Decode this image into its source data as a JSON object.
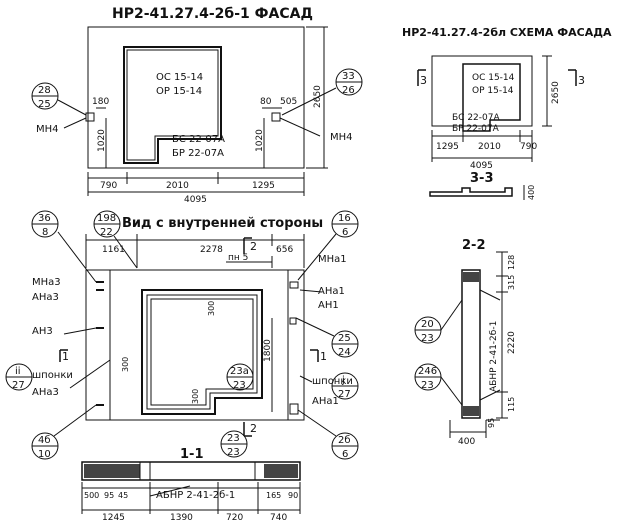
{
  "titles": {
    "facade": "НР2-41.27.4-2б-1 ФАСАД",
    "scheme": "НР2-41.27.4-2бл СХЕМА ФАСАДА",
    "inner_view": "Вид с внутренней стороны",
    "section_1": "1-1",
    "section_2": "2-2",
    "section_3": "3-3"
  },
  "facade": {
    "window_top_1": "ОС 15-14",
    "window_top_2": "ОР 15-14",
    "door_1": "БС 22-07А",
    "door_2": "БР 22-07А",
    "dim_height": "2650",
    "dim_left_side": "1020",
    "dim_right_side": "1020",
    "dim_left_top": "180",
    "dim_right_top_a": "80",
    "dim_right_top_b": "505",
    "bottom_dims": [
      "790",
      "2010",
      "1295"
    ],
    "total": "4095",
    "callout_left_top": "28",
    "callout_left_bottom": "25",
    "callout_right_top": "33",
    "callout_right_bottom": "26",
    "mn_left": "МН4",
    "mn_right": "МН4"
  },
  "scheme": {
    "window_1": "ОС 15-14",
    "window_2": "ОР 15-14",
    "door_1": "БС 22-07А",
    "door_2": "БР 22-07А",
    "dim_height": "2650",
    "dims": [
      "1295",
      "2010",
      "790"
    ],
    "total": "4095",
    "section_left": "3",
    "section_right": "3",
    "sec3_height": "400"
  },
  "inner": {
    "top_dims": [
      "1161",
      "2278",
      "656"
    ],
    "pn": "пн 5",
    "section_mark_top": "2",
    "section_mark_bottom": "2",
    "section_mark_1_left": "1",
    "section_mark_1_right": "1",
    "dim_300_top": "300",
    "dim_300_left": "300",
    "dim_300_bottom": "300",
    "dim_1800": "1800",
    "callout_36_t": "36",
    "callout_36_b": "8",
    "callout_198_t": "198",
    "callout_198_b": "22",
    "callout_16_t": "16",
    "callout_16_b": "6",
    "callout_25_t": "25",
    "callout_25_b": "24",
    "callout_23a_t": "23а",
    "callout_23a_b": "23",
    "callout_j_t": "j",
    "callout_j_b": "27",
    "callout_ii_t": "ii",
    "callout_ii_b": "27",
    "callout_4b_t": "4б",
    "callout_4b_b": "10",
    "callout_2b_t": "2б",
    "callout_2b_b": "6",
    "labels_left": [
      "МНа3",
      "АНа3",
      "АН3",
      "шпонки",
      "АНа3"
    ],
    "labels_right": [
      "МНа1",
      "АНа1",
      "АН1",
      "шпонки",
      "АНа1"
    ]
  },
  "sec1": {
    "callout_23_t": "23",
    "callout_23_b": "23",
    "mark": "АБНР 2-41-2б-1",
    "dims_a": [
      "500",
      "95",
      "45"
    ],
    "dims_b": [
      "165",
      "90"
    ],
    "dims_bottom": [
      "1245",
      "1390",
      "720",
      "740"
    ]
  },
  "sec2": {
    "callout_20_t": "20",
    "callout_20_b": "23",
    "callout_246_t": "246",
    "callout_246_b": "23",
    "mark": "АБНР 2-41-2б-1",
    "dims_right": [
      "128",
      "315",
      "2220",
      "115"
    ],
    "dim_95": "95",
    "dim_width": "400"
  }
}
